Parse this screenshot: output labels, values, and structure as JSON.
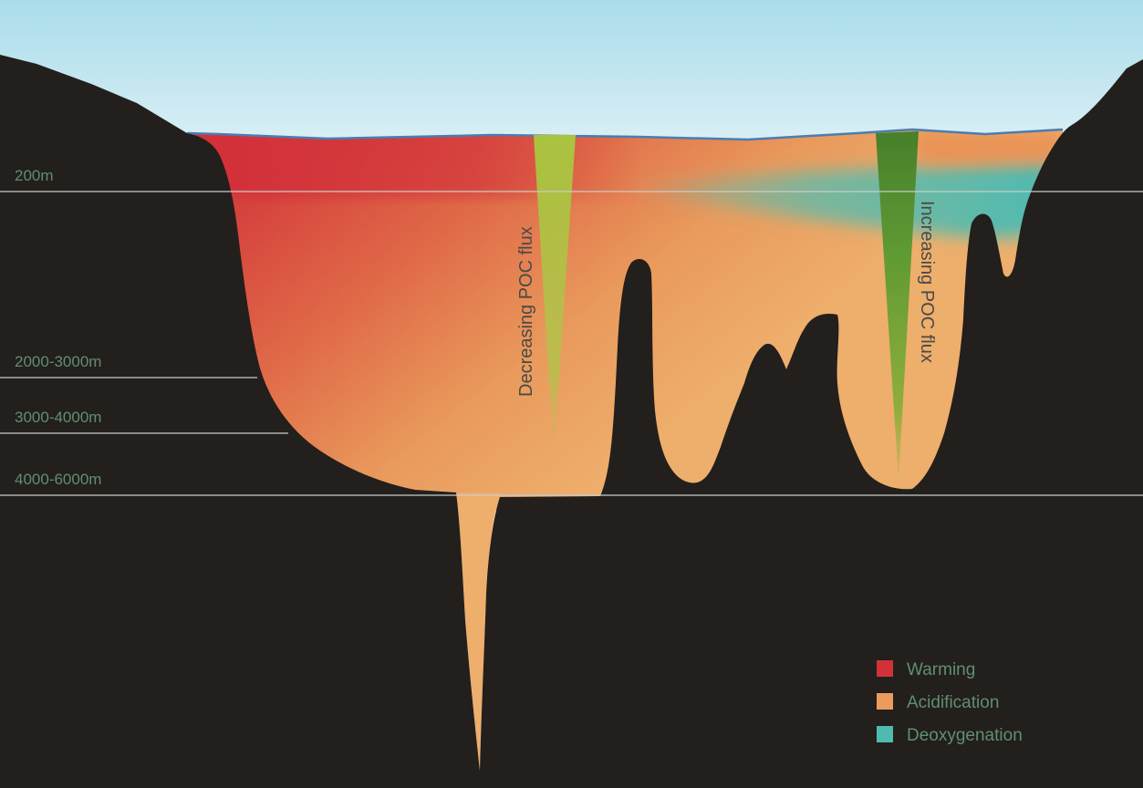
{
  "depth_markers": [
    {
      "id": "depth-200m",
      "label": "200m"
    },
    {
      "id": "depth-2000-3000m",
      "label": "2000-3000m"
    },
    {
      "id": "depth-3000-4000m",
      "label": "3000-4000m"
    },
    {
      "id": "depth-4000-6000m",
      "label": "4000-6000m"
    }
  ],
  "flux_labels": {
    "decreasing": "Decreasing POC flux",
    "increasing": "Increasing POC flux"
  },
  "legend": [
    {
      "label": "Warming",
      "color": "#d3313a"
    },
    {
      "label": "Acidification",
      "color": "#eb9c5c"
    },
    {
      "label": "Deoxygenation",
      "color": "#4fbab0"
    }
  ],
  "colors": {
    "sky_top": "#a9dcea",
    "sky_bottom": "#f2f8fa",
    "seafloor": "#231f1c",
    "surface_line": "#4a7db0",
    "depth_line": "#c8cdc8",
    "poc_light_green": "#a6c23d",
    "poc_dark_green": "#4a8a2c"
  }
}
